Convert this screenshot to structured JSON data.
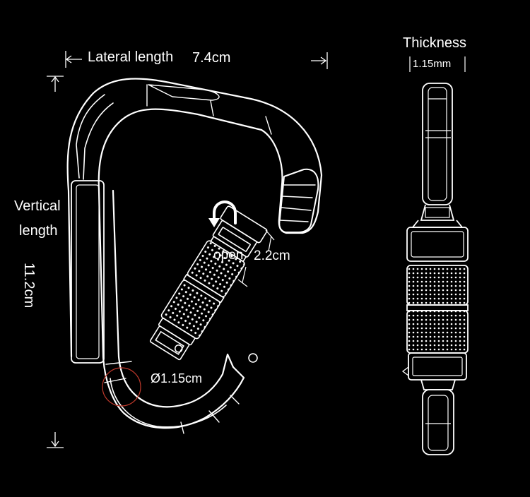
{
  "diagram": {
    "lateral_label": "Lateral length",
    "lateral_value": "7.4cm",
    "vertical_label_line1": "Vertical",
    "vertical_label_line2": "length",
    "vertical_value": "11.2cm",
    "gate_open_label": "open",
    "gate_open_value": "2.2cm",
    "diameter_label": "Ø1.15cm",
    "thickness_label": "Thickness",
    "thickness_value": "1.15mm"
  },
  "colors": {
    "background": "#000000",
    "line": "#ffffff",
    "highlight_circle": "#c0392b"
  }
}
